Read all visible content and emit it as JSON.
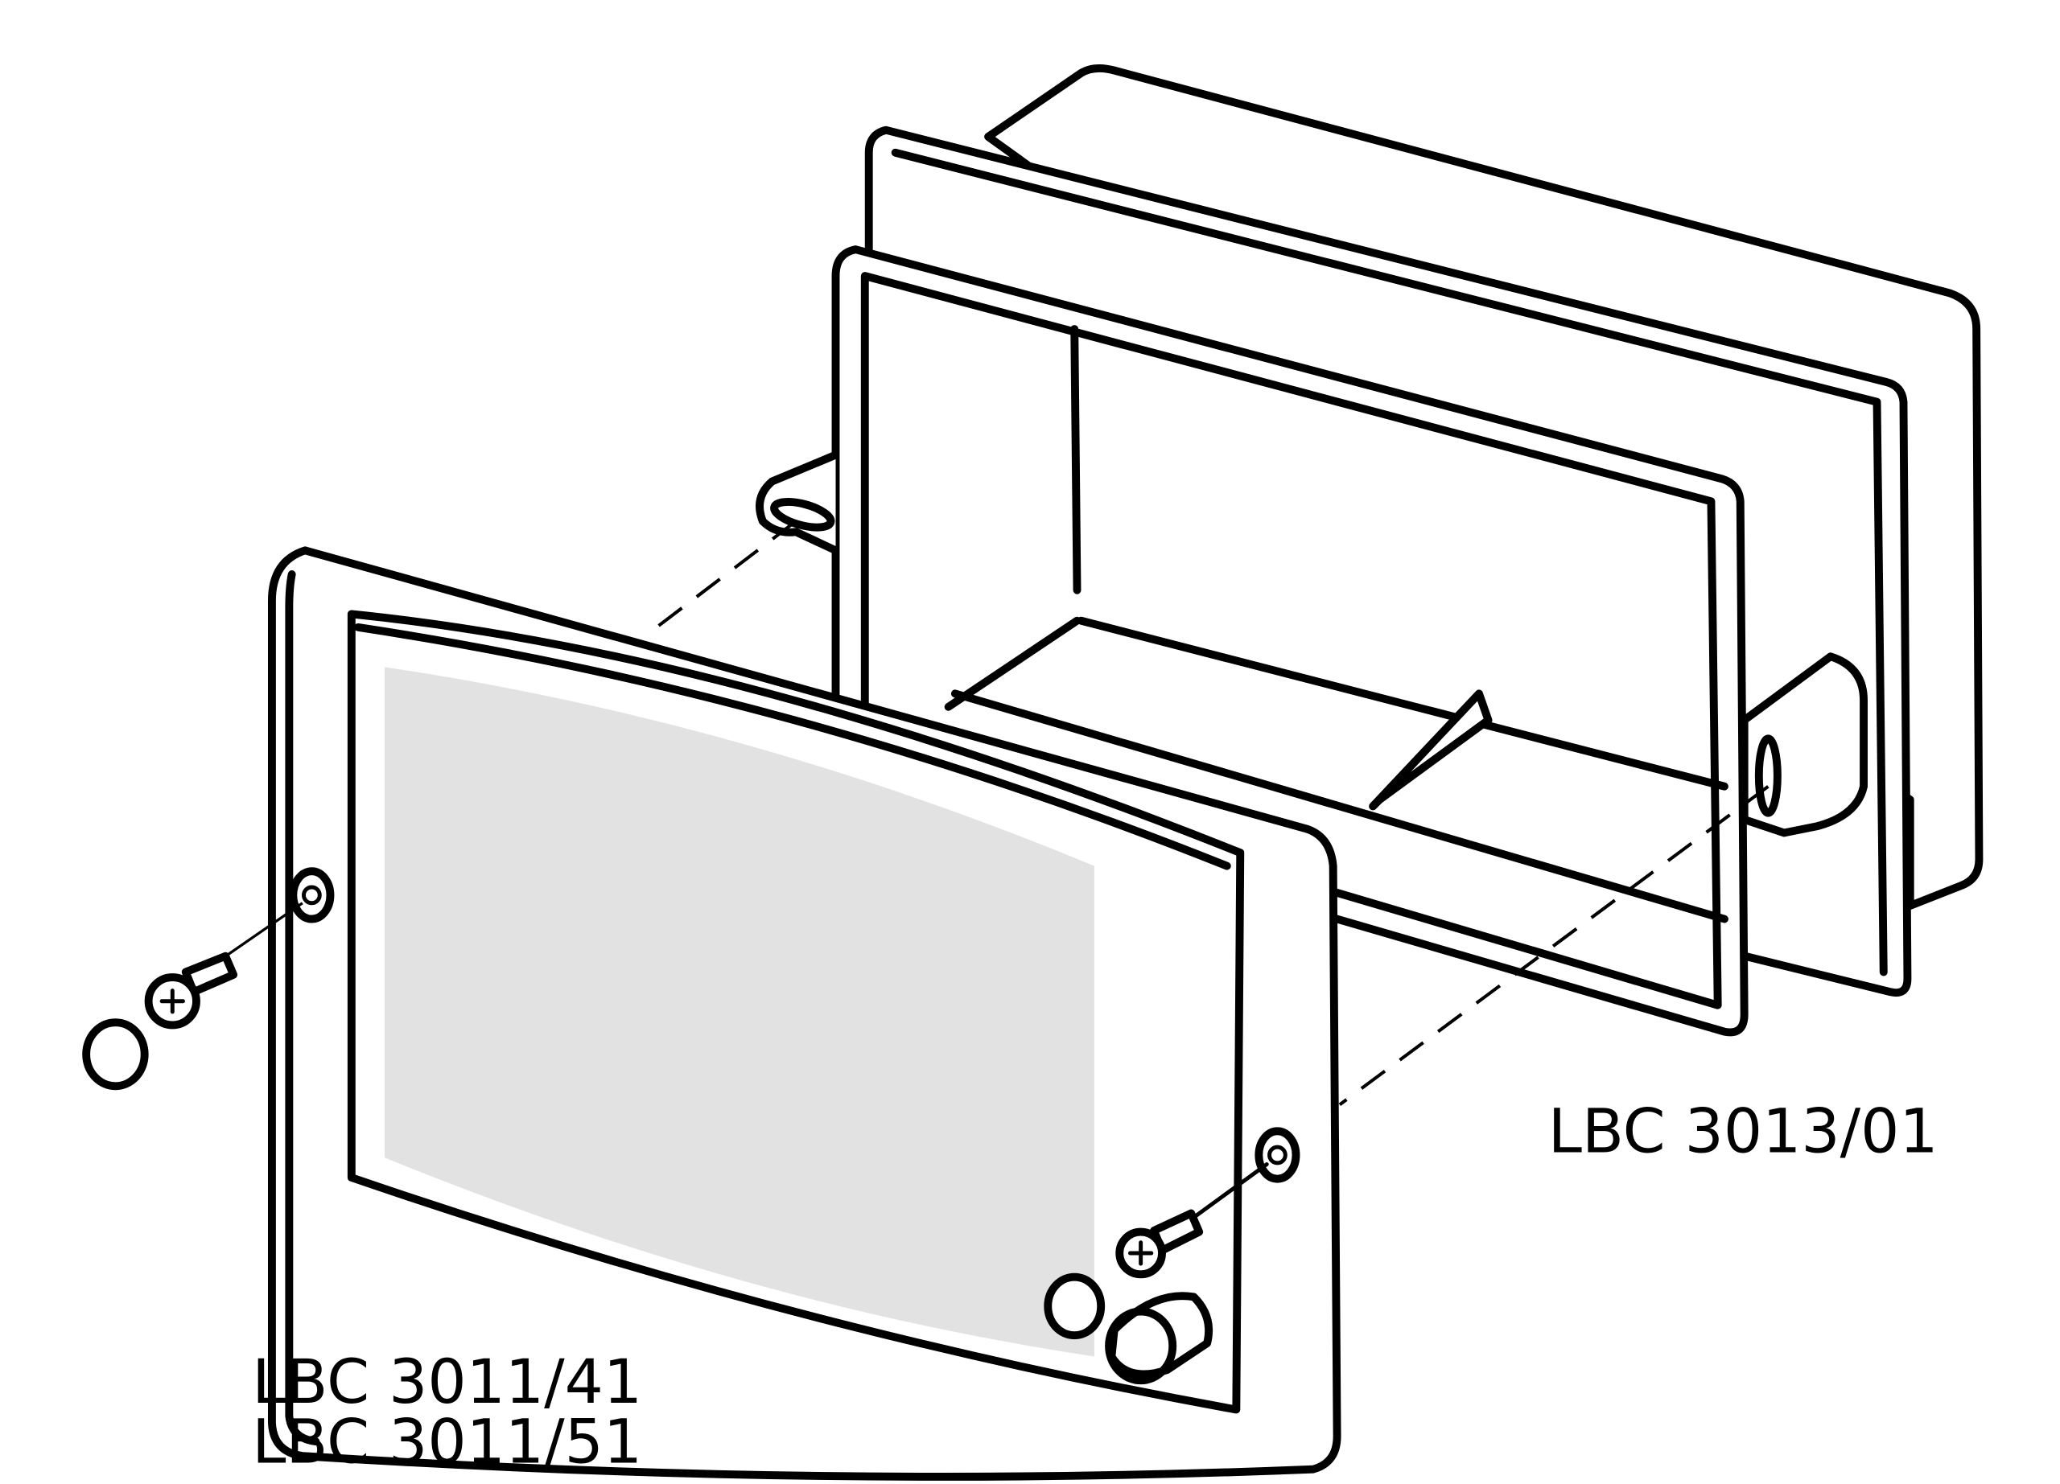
{
  "diagram": {
    "title": "Exploded view of flush-mount loudspeaker assembly",
    "labels": {
      "back_box": "LBC 3013/01",
      "front_panel_1": "LBC 3011/41",
      "front_panel_2": "LBC 3011/51"
    },
    "colors": {
      "line": "#000000",
      "grille_fill": "#e2e2e2",
      "background": "#ffffff"
    }
  }
}
